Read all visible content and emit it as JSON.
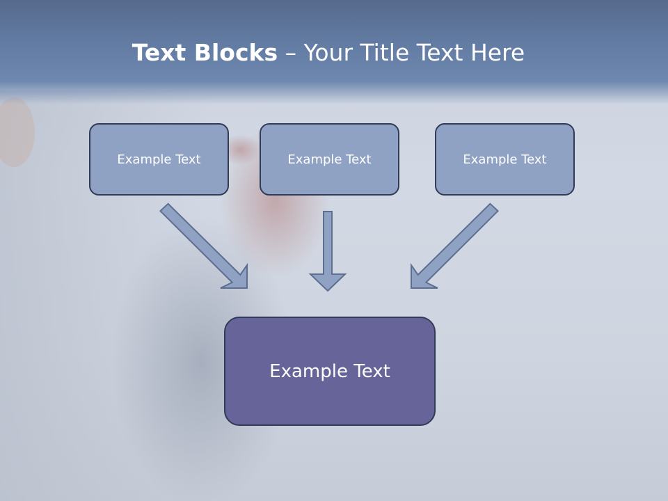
{
  "slide": {
    "title_bold": "Text Blocks",
    "title_dash": "–",
    "title_rest": "Your Title Text Here"
  },
  "blocks": {
    "top_left": "Example Text",
    "top_center": "Example Text",
    "top_right": "Example Text",
    "bottom": "Example Text"
  },
  "colors": {
    "small_block_fill": "#8fa2c3",
    "main_block_fill": "#666499",
    "arrow_fill": "#8fa2c3",
    "border": "#2f3b57"
  }
}
